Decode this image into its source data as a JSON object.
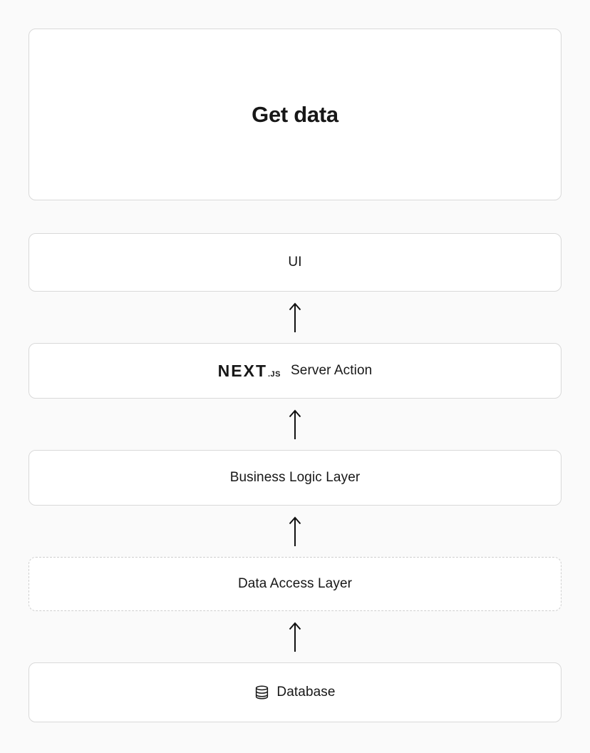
{
  "diagram": {
    "title": "Get data",
    "layers": [
      {
        "label": "UI",
        "border": "solid"
      },
      {
        "label": "Server Action",
        "logo": "NEXT",
        "logo_suffix": ".JS",
        "border": "solid"
      },
      {
        "label": "Business Logic Layer",
        "border": "solid"
      },
      {
        "label": "Data Access Layer",
        "border": "dashed"
      },
      {
        "label": "Database",
        "icon": "database-icon",
        "border": "solid"
      }
    ],
    "icons": {
      "arrow": "up-arrow-icon",
      "database": "database-icon"
    },
    "colors": {
      "background": "#fafafa",
      "card_background": "#ffffff",
      "card_border": "#d9d9d9",
      "dashed_border": "#cfcfcf",
      "text": "#171717",
      "arrow": "#111111"
    }
  }
}
